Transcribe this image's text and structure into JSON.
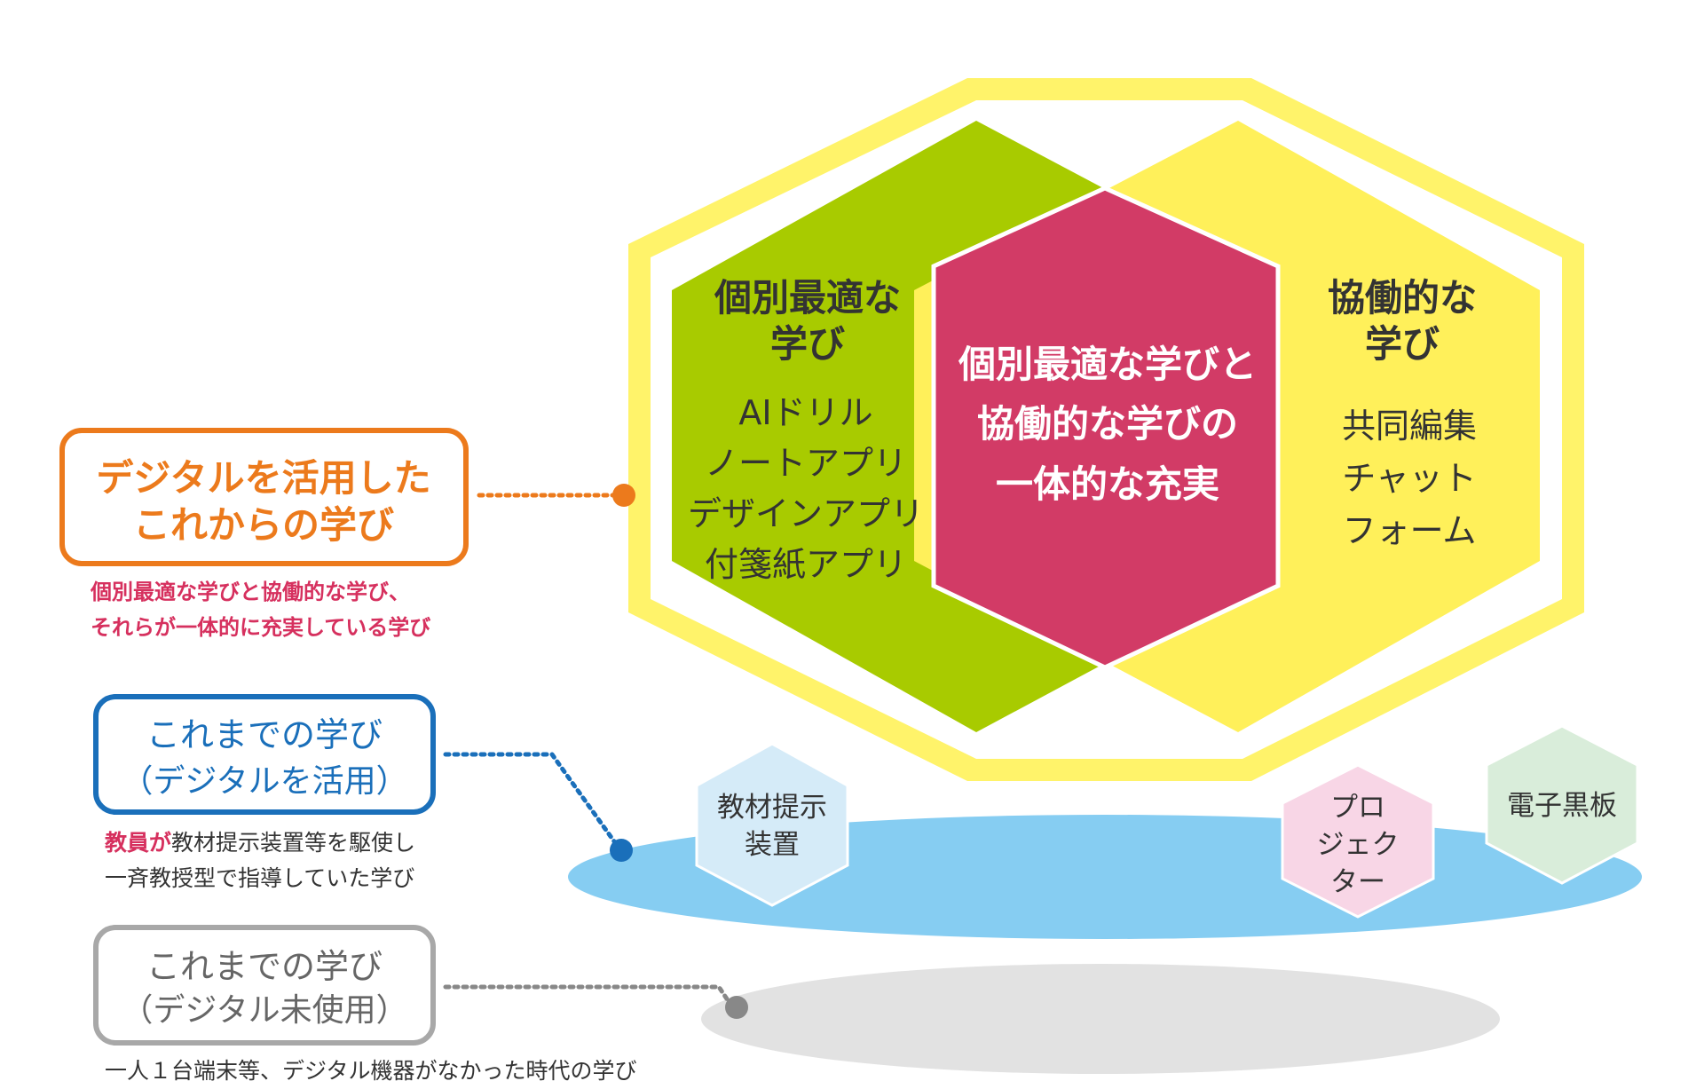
{
  "colors": {
    "orange": "#EC7A1C",
    "blue": "#1A6FBA",
    "gray": "#9E9E9E",
    "green": "#A8CB00",
    "yellow": "#FFF05A",
    "crimson": "#D23B66",
    "sky": "#86CDF2",
    "shadow": "#E0E0E0",
    "pink_text": "#D6305E"
  },
  "hexagon": {
    "left_title": [
      "個別最適な",
      "学び"
    ],
    "left_items": [
      "AIドリル",
      "ノートアプリ",
      "デザインアプリ",
      "付箋紙アプリ"
    ],
    "center_lines": [
      "個別最適な学びと",
      "協働的な学びの",
      "一体的な充実"
    ],
    "right_title": [
      "協働的な",
      "学び"
    ],
    "right_items": [
      "共同編集",
      "チャット",
      "フォーム"
    ]
  },
  "tools": {
    "material_device": [
      "教材提示",
      "装置"
    ],
    "projector": [
      "プロ",
      "ジェク",
      "ター"
    ],
    "blackboard": [
      "電子黒板"
    ]
  },
  "levels": {
    "future": {
      "label": [
        "デジタルを活用した",
        "これからの学び"
      ],
      "desc": [
        "個別最適な学びと協働的な学び、",
        "それらが一体的に充実している学び"
      ]
    },
    "digital": {
      "label": [
        "これまでの学び",
        "（デジタルを活用）"
      ],
      "desc_emph": "教員が",
      "desc_rest": "教材提示装置等を駆使し",
      "desc2": "一斉教授型で指導していた学び"
    },
    "analog": {
      "label": [
        "これまでの学び",
        "（デジタル未使用）"
      ],
      "desc": "一人１台端末等、デジタル機器がなかった時代の学び"
    }
  }
}
